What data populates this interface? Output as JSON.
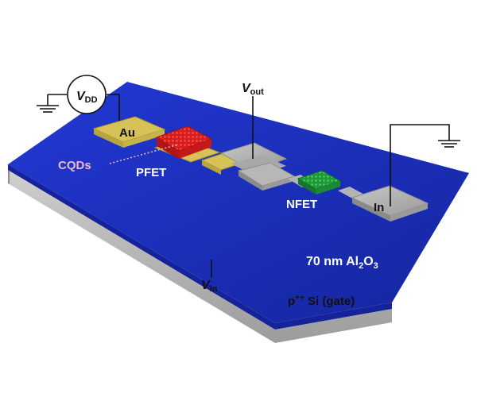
{
  "labels": {
    "vdd": {
      "main": "V",
      "sub": "DD"
    },
    "vout": {
      "main": "V",
      "sub": "out"
    },
    "vin": {
      "main": "V",
      "sub": "in"
    },
    "au": "Au",
    "cqds": "CQDs",
    "pfet": "PFET",
    "nfet": "NFET",
    "in_metal": "In",
    "oxide": {
      "pre": "70 nm Al",
      "sub1": "2",
      "mid": "O",
      "sub2": "3"
    },
    "substrate": {
      "pre": "p",
      "sup": "++",
      "post": " Si (gate)"
    }
  },
  "colors": {
    "oxide_top": "#1a2fc4",
    "substrate": "#b9b9b9",
    "gold": "#d6c257",
    "pfet": "#d81d1d",
    "nfet": "#1f9a3a",
    "metal_gray": "#b3b3b3",
    "label_white": "#ffffff",
    "label_pink": "#f2b8c6"
  }
}
